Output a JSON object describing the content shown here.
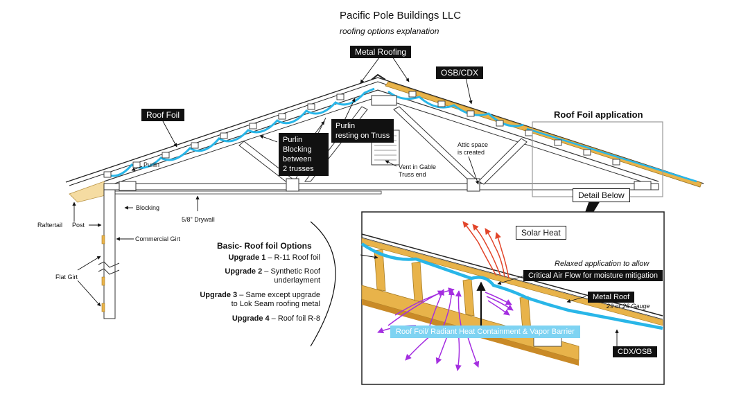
{
  "header": {
    "title": "Pacific Pole Buildings LLC",
    "subtitle": "roofing options explanation"
  },
  "callouts": {
    "metal_roofing": "Metal Roofing",
    "osb_cdx": "OSB/CDX",
    "roof_foil": "Roof Foil",
    "purlin_blocking": "Purlin\nBlocking\nbetween\n2 trusses",
    "purlin_resting": "Purlin\nresting on Truss",
    "detail_below": "Detail Below"
  },
  "labels": {
    "roof_foil_application": "Roof Foil application",
    "purlin": "Purlin",
    "blocking": "Blocking",
    "raftertail": "Raftertail",
    "post": "Post",
    "drywall": "5/8\" Drywall",
    "commercial_girt": "Commercial Girt",
    "flat_girt": "Flat Girt",
    "vent_gable": "Vent in Gable\nTruss end",
    "attic_space": "Attic space\nis created"
  },
  "options": {
    "heading": "Basic- Roof foil Options",
    "items": [
      {
        "name": "Upgrade 1",
        "text": " – R-11 Roof foil"
      },
      {
        "name": "Upgrade 2",
        "text": " – Synthetic Roof"
      },
      {
        "name": "",
        "text": "underlayment"
      },
      {
        "name": "Upgrade 3",
        "text": " – Same except upgrade"
      },
      {
        "name": "",
        "text": "to Lok Seam roofing metal"
      },
      {
        "name": "Upgrade 4",
        "text": " –  Roof foil R-8"
      }
    ]
  },
  "detail": {
    "solar_heat": "Solar Heat",
    "relaxed": "Relaxed application to allow",
    "critical_air": "Critical Air Flow for moisture mitigation",
    "metal_roof": "Metal Roof",
    "gauge": "29 or 26 Gauge",
    "foil_banner": "Roof Foil/ Radiant Heat Containment & Vapor Barrier",
    "cdx_osb": "CDX/OSB"
  },
  "colors": {
    "foil": "#29b6e8",
    "wood": "#e8b34a",
    "wood_light": "#f5dca2",
    "heat_red": "#e2452a",
    "heat_purple": "#a42ee0",
    "line": "#222222"
  }
}
